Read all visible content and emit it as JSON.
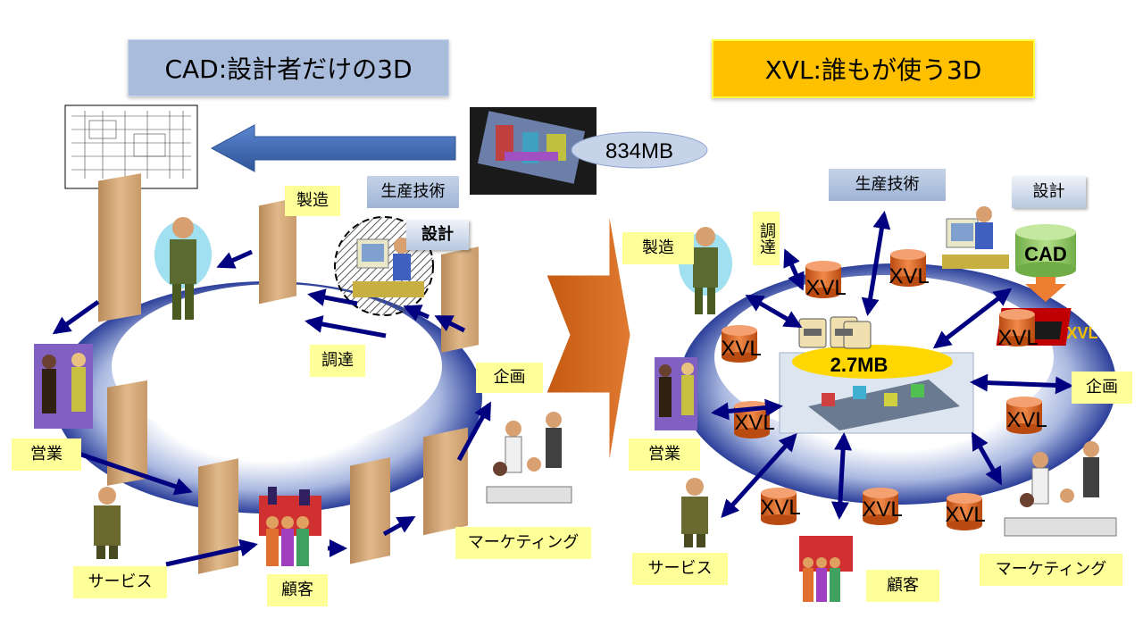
{
  "headers": {
    "left": "CAD:設計者だけの3D",
    "right": "XVL:誰もが使う3D"
  },
  "left": {
    "file_size": "834MB",
    "labels": {
      "seizo": "製造",
      "seisan": "生産技術",
      "sekkei": "設計",
      "chotatsu": "調達",
      "kikaku": "企画",
      "eigyo": "営業",
      "service": "サービス",
      "kokyaku": "顧客",
      "marketing": "マーケティング"
    }
  },
  "right": {
    "file_size": "2.7MB",
    "cad_label": "CAD",
    "xvl_logo": "XVL",
    "cylinder_label": "XVL",
    "labels": {
      "seizo": "製造",
      "seisan": "生産技術",
      "sekkei": "設計",
      "chotatsu": "調達",
      "kikaku": "企画",
      "eigyo": "営業",
      "service": "サービス",
      "kokyaku": "顧客",
      "marketing": "マーケティング"
    }
  },
  "colors": {
    "header_left": "#a9bcdc",
    "header_right": "#ffc000",
    "label_yellow": "#ffff99",
    "arrow_navy": "#000080",
    "cylinder_orange": "#e07030",
    "big_arrow": "#c55a11",
    "cad_green": "#92d050"
  }
}
